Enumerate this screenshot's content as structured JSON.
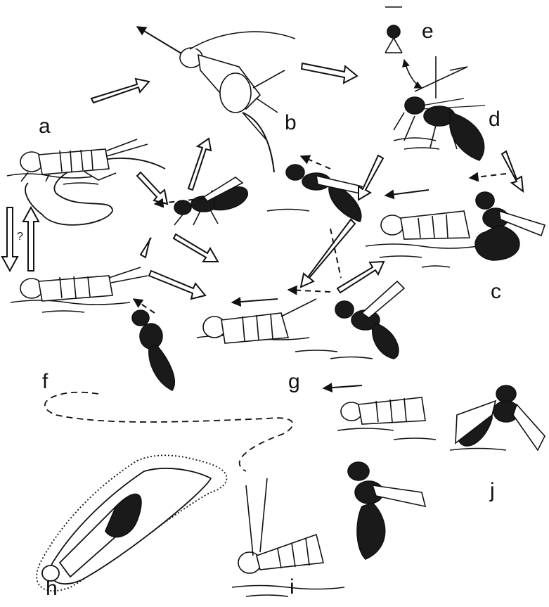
{
  "figure": {
    "panel_labels": {
      "a": "a",
      "b": "b",
      "c": "c",
      "d": "d",
      "e": "e",
      "f": "f",
      "g": "g",
      "h": "h",
      "i": "i",
      "j": "j"
    },
    "uncertain_mark": "?"
  },
  "subjects": {
    "cricket": "cricket (prey)",
    "wasp": "wasp (hunter)",
    "burrow": "burrow with provisioned cricket and larva"
  },
  "colors": {
    "ink": "#111111",
    "paper": "#ffffff",
    "wasp_body": "#1a1a1a"
  }
}
